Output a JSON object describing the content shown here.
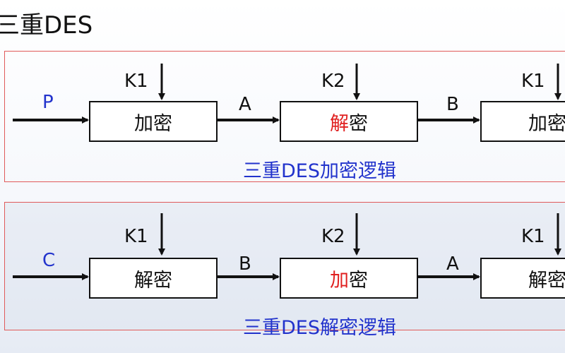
{
  "title": "三重DES",
  "colors": {
    "panel_border": "#e05a5a",
    "caption": "#2233cc",
    "accent_red": "#e02020",
    "input_label": "#2233cc"
  },
  "encrypt": {
    "input_label": "P",
    "boxes": [
      {
        "plain_prefix": "",
        "red": "",
        "rest": "加密"
      },
      {
        "plain_prefix": "",
        "red": "解",
        "rest": "密"
      },
      {
        "plain_prefix": "",
        "red": "",
        "rest": "加密"
      }
    ],
    "keys": [
      "K1",
      "K2",
      "K1"
    ],
    "links": [
      "A",
      "B"
    ],
    "caption": "三重DES加密逻辑"
  },
  "decrypt": {
    "input_label": "C",
    "boxes": [
      {
        "plain_prefix": "",
        "red": "",
        "rest": "解密"
      },
      {
        "plain_prefix": "",
        "red": "加",
        "rest": "密"
      },
      {
        "plain_prefix": "",
        "red": "",
        "rest": "解密"
      }
    ],
    "keys": [
      "K1",
      "K2",
      "K1"
    ],
    "links": [
      "B",
      "A"
    ],
    "caption": "三重DES解密逻辑"
  }
}
